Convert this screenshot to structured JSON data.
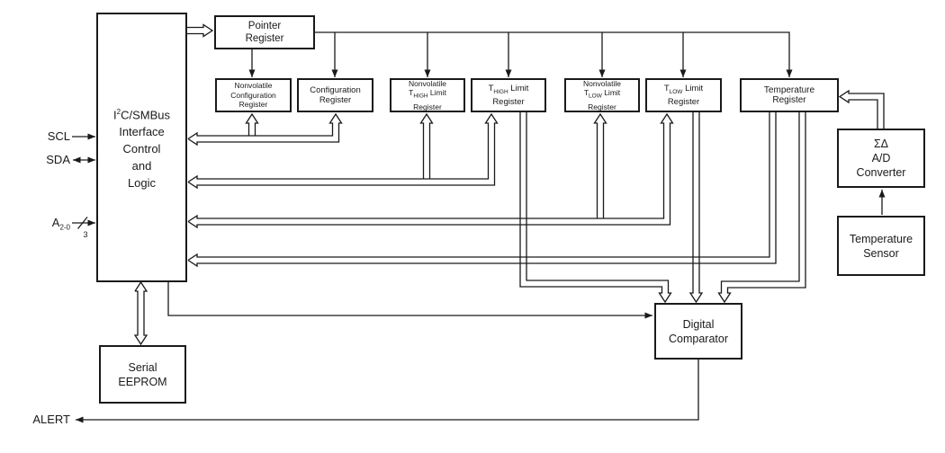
{
  "diagram": {
    "title_hint": "Temperature sensor functional block diagram",
    "background": "#ffffff",
    "line_color": "#1a1a1a",
    "blocks": {
      "main": {
        "line1_pre": "I",
        "line1_sup": "2",
        "line1_post": "C/SMBus",
        "line2": "Interface",
        "line3": "Control",
        "line4": "and",
        "line5": "Logic"
      },
      "pointer": {
        "line1": "Pointer",
        "line2": "Register"
      },
      "nv_config": {
        "line1": "Nonvolatile",
        "line2": "Configuration",
        "line3": "Register"
      },
      "config": {
        "line1": "Configuration",
        "line2": "Register"
      },
      "nv_thigh": {
        "line1": "Nonvolatile",
        "t": "T",
        "sub": "HIGH",
        "rest": " Limit",
        "line3": "Register"
      },
      "thigh": {
        "t": "T",
        "sub": "HIGH",
        "rest": " Limit",
        "line2": "Register"
      },
      "nv_tlow": {
        "line1": "Nonvolatile",
        "t": "T",
        "sub": "LOW",
        "rest": " Limit",
        "line3": "Register"
      },
      "tlow": {
        "t": "T",
        "sub": "LOW",
        "rest": " Limit",
        "line2": "Register"
      },
      "temp_reg": {
        "line1": "Temperature",
        "line2": "Register"
      },
      "adc": {
        "line1": "ΣΔ",
        "line2": "A/D",
        "line3": "Converter"
      },
      "temp_sensor": {
        "line1": "Temperature",
        "line2": "Sensor"
      },
      "comparator": {
        "line1": "Digital",
        "line2": "Comparator"
      },
      "eeprom": {
        "line1": "Serial",
        "line2": "EEPROM"
      }
    },
    "pins": {
      "scl": "SCL",
      "sda": "SDA",
      "addr_base": "A",
      "addr_sub": "2-0",
      "addr_bus_width": "3",
      "alert": "ALERT"
    }
  }
}
